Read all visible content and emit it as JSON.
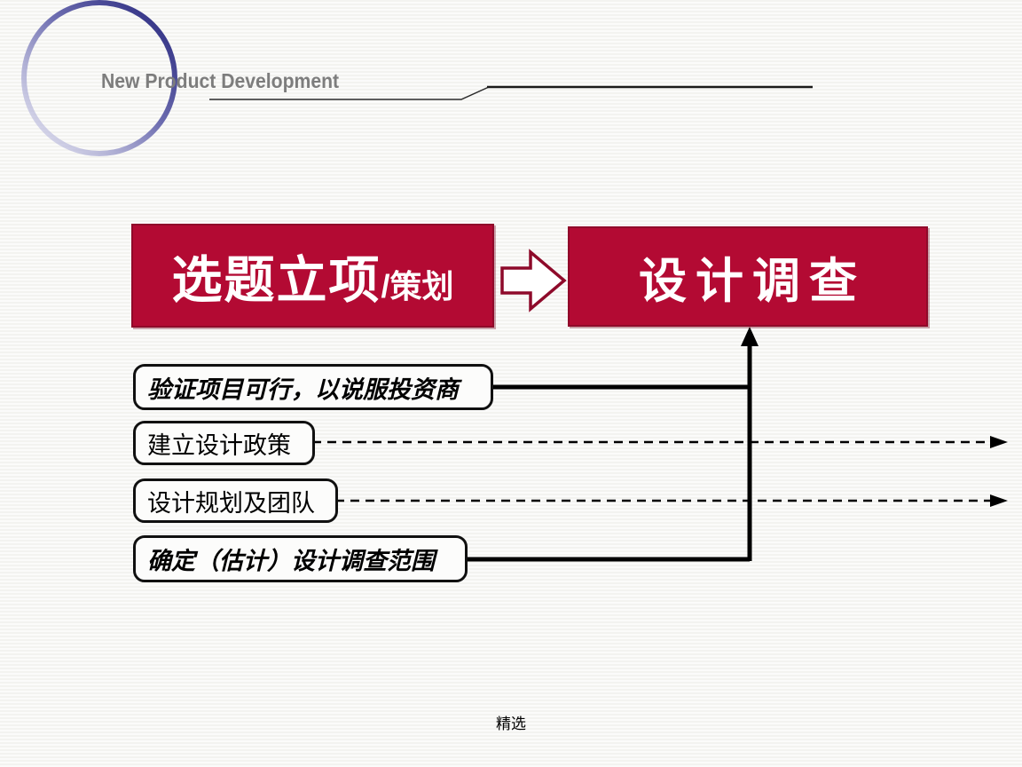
{
  "header": {
    "title": "New Product Development"
  },
  "process": {
    "start_box": {
      "main": "选题立项",
      "suffix": "/策划"
    },
    "end_box": {
      "label": "设计调查"
    }
  },
  "tasks": [
    {
      "label": "验证项目可行，以说服投资商",
      "style": "bold-italic",
      "connector": "solid-to-end-box"
    },
    {
      "label": "建立设计政策",
      "style": "regular",
      "connector": "dashed-right-arrow"
    },
    {
      "label": "设计规划及团队",
      "style": "regular",
      "connector": "dashed-right-arrow"
    },
    {
      "label": "确定（估计）设计调查范围",
      "style": "bold-italic",
      "connector": "solid-to-end-box"
    }
  ],
  "footer": {
    "label": "精选"
  },
  "colors": {
    "accent_red": "#b30a33",
    "accent_red_dark": "#90092a",
    "connector_black": "#000000",
    "title_gray": "#7d7d7d",
    "ring_dark_blue": "#2a2a80",
    "ring_light_blue": "#d8d8ee"
  }
}
